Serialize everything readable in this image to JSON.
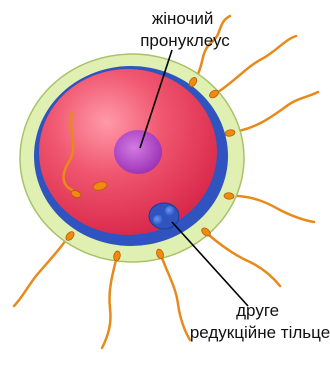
{
  "labels": {
    "female_pronucleus": [
      "жіночий",
      "пронуклеус"
    ],
    "second_polar_body": [
      "друге",
      "редукційне тільце"
    ]
  },
  "colors": {
    "zona_pellucida": "#dff0b2",
    "zona_outline": "#9ab35a",
    "membrane": "#2f53bf",
    "cytoplasm": "#e23a56",
    "cytoplasm_light": "#ff9aa8",
    "pronucleus": "#b044c6",
    "polar_body": "#3a6ddb",
    "sperm": "#e88a1a",
    "sperm_head": "#f4c27a",
    "pointer": "#000000"
  }
}
